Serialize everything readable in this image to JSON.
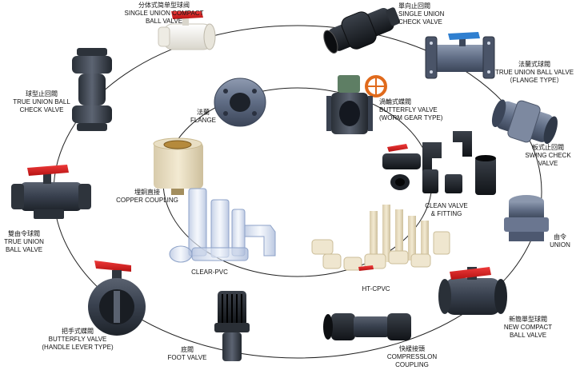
{
  "catalog": {
    "items": [
      {
        "id": "single-union-compact-ball-valve",
        "zh": "分体式简单型球阀",
        "en": [
          "SINGLE UNION COMPACT",
          "BALL VALVE"
        ]
      },
      {
        "id": "single-union-check-valve",
        "zh": "單向止回閥",
        "en": [
          "SINGLE UNION",
          "CHECK VALVE"
        ]
      },
      {
        "id": "true-union-ball-valve-flange",
        "zh": "法蘭式球閥",
        "en": [
          "TRUE UNION BALL VALVE",
          "（FLANGE TYPE）"
        ]
      },
      {
        "id": "true-union-ball-check-valve",
        "zh": "球型止回閥",
        "en": [
          "TRUE UNION BALL",
          "CHECK VALVE"
        ]
      },
      {
        "id": "flange",
        "zh": "法蘭",
        "en": [
          "FLANGE"
        ]
      },
      {
        "id": "butterfly-valve-worm-gear",
        "zh": "渦輪式蝶閥",
        "en": [
          "BUTTERFLY VALVE",
          "(WORM GEAR TYPE)"
        ]
      },
      {
        "id": "swing-check-valve",
        "zh": "板式止回閥",
        "en": [
          "SWING CHECK",
          "VALVE"
        ]
      },
      {
        "id": "copper-coupling",
        "zh": "埋銅直接",
        "en": [
          "COPPER COUPLING"
        ]
      },
      {
        "id": "clean-valve-fitting",
        "zh": "",
        "en": [
          "CLEAN VALVE",
          "& FITTING"
        ]
      },
      {
        "id": "true-union-ball-valve",
        "zh": "雙由令球閥",
        "en": [
          "TRUE UNION",
          "BALL VALVE"
        ]
      },
      {
        "id": "union",
        "zh": "由令",
        "en": [
          "UNION"
        ]
      },
      {
        "id": "clear-pvc",
        "zh": "",
        "en": [
          "CLEAR-PVC"
        ]
      },
      {
        "id": "ht-cpvc",
        "zh": "",
        "en": [
          "HT-CPVC"
        ]
      },
      {
        "id": "new-compact-ball-valve",
        "zh": "新簡單型球閥",
        "en": [
          "NEW COMPACT",
          "BALL VALVE"
        ]
      },
      {
        "id": "butterfly-valve-lever",
        "zh": "把手式蝶閥",
        "en": [
          "BUTTERFLY VALVE",
          "(HANDLE LEVER TYPE)"
        ]
      },
      {
        "id": "foot-valve",
        "zh": "底閥",
        "en": [
          "FOOT VALVE"
        ]
      },
      {
        "id": "compression-coupling",
        "zh": "快緩接頭",
        "en": [
          "COMPRESSLON",
          "COUPLING"
        ]
      }
    ]
  },
  "colors": {
    "pvc_gray": "#3a4250",
    "pvc_dark": "#23282f",
    "handle_red": "#d21d1d",
    "handle_blue": "#2f7fd0",
    "cream": "#ece4cf",
    "ivory": "#f2f0e8",
    "clear": "#c9d6ec",
    "brass": "#b58a3c",
    "ring": "#222222"
  }
}
